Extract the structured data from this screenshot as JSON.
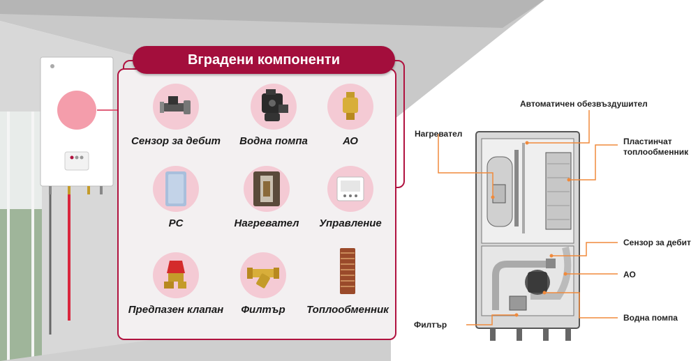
{
  "panel": {
    "title": "Вградени компоненти",
    "items": [
      {
        "label": "Сензор за дебит",
        "icon": "flow-sensor-icon"
      },
      {
        "label": "Водна помпа",
        "icon": "water-pump-icon"
      },
      {
        "label": "АО",
        "icon": "air-vent-icon"
      },
      {
        "label": "PC",
        "icon": "pcb-plate-icon"
      },
      {
        "label": "Нагревател",
        "icon": "heater-icon"
      },
      {
        "label": "Управление",
        "icon": "controller-icon"
      },
      {
        "label": "Предпазен клапан",
        "icon": "safety-valve-icon"
      },
      {
        "label": "Филтър",
        "icon": "filter-icon"
      },
      {
        "label": "Топлообменник",
        "icon": "heat-exchanger-icon"
      }
    ]
  },
  "callouts": {
    "auto_vent": "Автоматичен обезвъздушител",
    "heater": "Нагревател",
    "plate_hx_line1": "Пластинчат",
    "plate_hx_line2": "топлообменник",
    "flow_sensor": "Сензор за дебит",
    "ao": "АО",
    "pump": "Водна помпа",
    "filter": "Филтър"
  },
  "colors": {
    "accent": "#a30e3c",
    "icon_circle": "#f4cad4",
    "leader": "#f08a3c"
  }
}
